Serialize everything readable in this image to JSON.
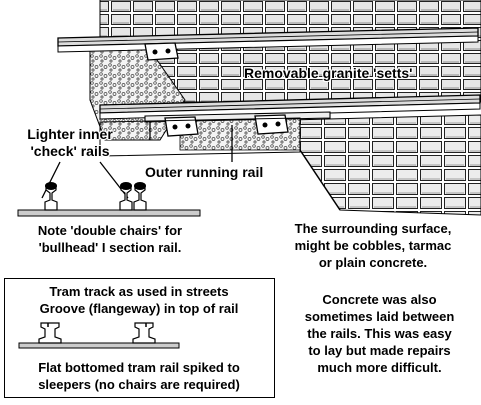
{
  "labels": {
    "setts": "Removable granite 'setts'",
    "check_rails_line1": "Lighter inner",
    "check_rails_line2": "'check' rails",
    "running_rail": "Outer running rail",
    "double_chairs_line1": "Note 'double chairs' for",
    "double_chairs_line2": "'bullhead' I section rail.",
    "surface_line1": "The surrounding surface,",
    "surface_line2": "might be cobbles, tarmac",
    "surface_line3": "or plain concrete.",
    "concrete_line1": "Concrete was also",
    "concrete_line2": "sometimes laid between",
    "concrete_line3": "the rails. This was easy",
    "concrete_line4": "to lay but made repairs",
    "concrete_line5": "much more difficult."
  },
  "tram_box": {
    "title_line1": "Tram track as used in streets",
    "title_line2": "Groove (flangeway) in top of rail",
    "caption_line1": "Flat bottomed tram rail spiked to",
    "caption_line2": "sleepers (no chairs are required)"
  }
}
